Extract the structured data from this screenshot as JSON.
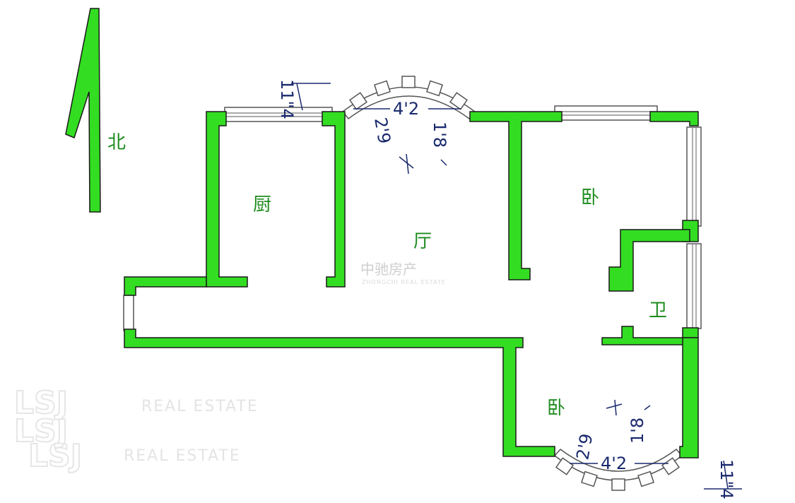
{
  "plan": {
    "north_label": "北",
    "rooms": {
      "kitchen": "厨",
      "living": "厅",
      "bedroom_north": "卧",
      "bathroom": "卫",
      "bedroom_south": "卧"
    },
    "dimensions": {
      "top_window_height": "11\"4",
      "top_bay_width": "4'2",
      "top_bay_depth": "2'9",
      "top_bay_side": "1'8",
      "bottom_bay_width": "4'2",
      "bottom_bay_depth": "2'9",
      "bottom_bay_side": "1'8",
      "bottom_window_height": "11\"4"
    },
    "watermark": {
      "brand": "中驰房产",
      "brand_sub": "ZHONGCHI REAL ESTATE",
      "logo": "LSJ",
      "logo_tag": "REAL ESTATE"
    },
    "colors": {
      "wall": "#33dd22",
      "room_label": "#1e8c1e",
      "dimension": "#1a2a6e"
    }
  }
}
